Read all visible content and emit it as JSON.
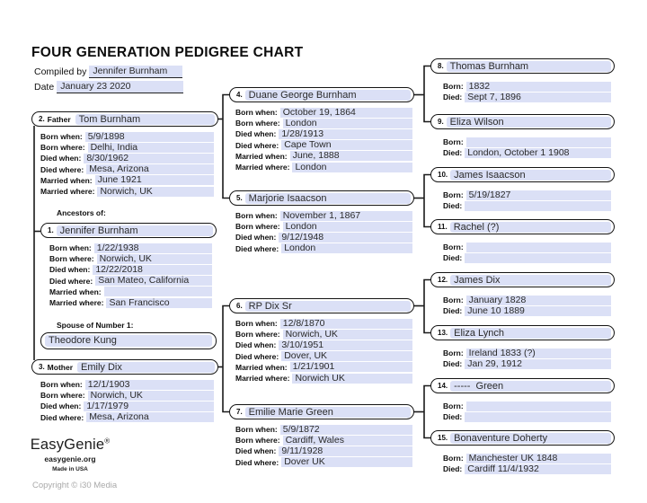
{
  "header": {
    "title": "FOUR GENERATION PEDIGREE CHART",
    "compiled_by_label": "Compiled by",
    "compiled_by_value": "Jennifer Burnham",
    "date_label": "Date",
    "date_value": "January 23 2020"
  },
  "labels": {
    "ancestors_of": "Ancestors of:",
    "spouse_of_number_1": "Spouse of Number 1:"
  },
  "spouse": {
    "name": "Theodore Kung"
  },
  "colors": {
    "field_bg": "#dbe0f6",
    "line": "#1a1a1a"
  },
  "persons": {
    "p1": {
      "number": "1.",
      "role": "",
      "name": "Jennifer Burnham",
      "rows": [
        {
          "label": "Born when:",
          "value": "1/22/1938"
        },
        {
          "label": "Born where:",
          "value": "Norwich, UK"
        },
        {
          "label": "Died when:",
          "value": "12/22/2018"
        },
        {
          "label": "Died where:",
          "value": "San Mateo, California"
        },
        {
          "label": "Married when:",
          "value": ""
        },
        {
          "label": "Married where:",
          "value": "San Francisco"
        }
      ]
    },
    "p2": {
      "number": "2.",
      "role": "Father",
      "name": "Tom Burnham",
      "rows": [
        {
          "label": "Born when:",
          "value": "5/9/1898"
        },
        {
          "label": "Born where:",
          "value": "Delhi, India"
        },
        {
          "label": "Died when:",
          "value": "8/30/1962"
        },
        {
          "label": "Died where:",
          "value": "Mesa, Arizona"
        },
        {
          "label": "Married when:",
          "value": "June 1921"
        },
        {
          "label": "Married where:",
          "value": "Norwich, UK"
        }
      ]
    },
    "p3": {
      "number": "3.",
      "role": "Mother",
      "name": "Emily Dix",
      "rows": [
        {
          "label": "Born when:",
          "value": "12/1/1903"
        },
        {
          "label": "Born where:",
          "value": "Norwich, UK"
        },
        {
          "label": "Died when:",
          "value": "1/17/1979"
        },
        {
          "label": "Died where:",
          "value": "Mesa, Arizona"
        }
      ]
    },
    "p4": {
      "number": "4.",
      "role": "",
      "name": "Duane George Burnham",
      "rows": [
        {
          "label": "Born when:",
          "value": "October 19, 1864"
        },
        {
          "label": "Born where:",
          "value": "London"
        },
        {
          "label": "Died when:",
          "value": "1/28/1913"
        },
        {
          "label": "Died where:",
          "value": "Cape Town"
        },
        {
          "label": "Married when:",
          "value": "June, 1888"
        },
        {
          "label": "Married where:",
          "value": "London"
        }
      ]
    },
    "p5": {
      "number": "5.",
      "role": "",
      "name": "Marjorie Isaacson",
      "rows": [
        {
          "label": "Born when:",
          "value": "November 1, 1867"
        },
        {
          "label": "Born where:",
          "value": "London"
        },
        {
          "label": "Died when:",
          "value": "9/12/1948"
        },
        {
          "label": "Died where:",
          "value": "London"
        }
      ]
    },
    "p6": {
      "number": "6.",
      "role": "",
      "name": "RP Dix Sr",
      "rows": [
        {
          "label": "Born when:",
          "value": "12/8/1870"
        },
        {
          "label": "Born where:",
          "value": "Norwich, UK"
        },
        {
          "label": "Died when:",
          "value": "3/10/1951"
        },
        {
          "label": "Died where:",
          "value": "Dover, UK"
        },
        {
          "label": "Married when:",
          "value": "1/21/1901"
        },
        {
          "label": "Married where:",
          "value": "Norwich UK"
        }
      ]
    },
    "p7": {
      "number": "7.",
      "role": "",
      "name": "Emilie Marie Green",
      "rows": [
        {
          "label": "Born when:",
          "value": "5/9/1872"
        },
        {
          "label": "Born where:",
          "value": "Cardiff, Wales"
        },
        {
          "label": "Died when:",
          "value": "9/11/1928"
        },
        {
          "label": "Died where:",
          "value": "Dover UK"
        }
      ]
    },
    "p8": {
      "number": "8.",
      "role": "",
      "name": "Thomas Burnham",
      "rows": [
        {
          "label": "Born:",
          "value": "1832"
        },
        {
          "label": "Died:",
          "value": "Sept 7, 1896"
        }
      ]
    },
    "p9": {
      "number": "9.",
      "role": "",
      "name": "Eliza Wilson",
      "rows": [
        {
          "label": "Born:",
          "value": ""
        },
        {
          "label": "Died:",
          "value": "London, October 1 1908"
        }
      ]
    },
    "p10": {
      "number": "10.",
      "role": "",
      "name": "James Isaacson",
      "rows": [
        {
          "label": "Born:",
          "value": "5/19/1827"
        },
        {
          "label": "Died:",
          "value": ""
        }
      ]
    },
    "p11": {
      "number": "11.",
      "role": "",
      "name": "Rachel (?)",
      "rows": [
        {
          "label": "Born:",
          "value": ""
        },
        {
          "label": "Died:",
          "value": ""
        }
      ]
    },
    "p12": {
      "number": "12.",
      "role": "",
      "name": "James Dix",
      "rows": [
        {
          "label": "Born:",
          "value": "January 1828"
        },
        {
          "label": "Died:",
          "value": "June 10 1889"
        }
      ]
    },
    "p13": {
      "number": "13.",
      "role": "",
      "name": "Eliza Lynch",
      "rows": [
        {
          "label": "Born:",
          "value": "Ireland 1833 (?)"
        },
        {
          "label": "Died:",
          "value": "Jan 29, 1912"
        }
      ]
    },
    "p14": {
      "number": "14.",
      "role": "",
      "name": "-----  Green",
      "rows": [
        {
          "label": "Born:",
          "value": ""
        },
        {
          "label": "Died:",
          "value": ""
        }
      ]
    },
    "p15": {
      "number": "15.",
      "role": "",
      "name": "Bonaventure Doherty",
      "rows": [
        {
          "label": "Born:",
          "value": "Manchester UK 1848"
        },
        {
          "label": "Died:",
          "value": "Cardiff 11/4/1932"
        }
      ]
    }
  },
  "branding": {
    "logo": "EasyGenie",
    "registered_mark": "®",
    "website": "easygenie.org",
    "made_in": "Made in USA",
    "copyright": "Copyright © i30 Media"
  }
}
